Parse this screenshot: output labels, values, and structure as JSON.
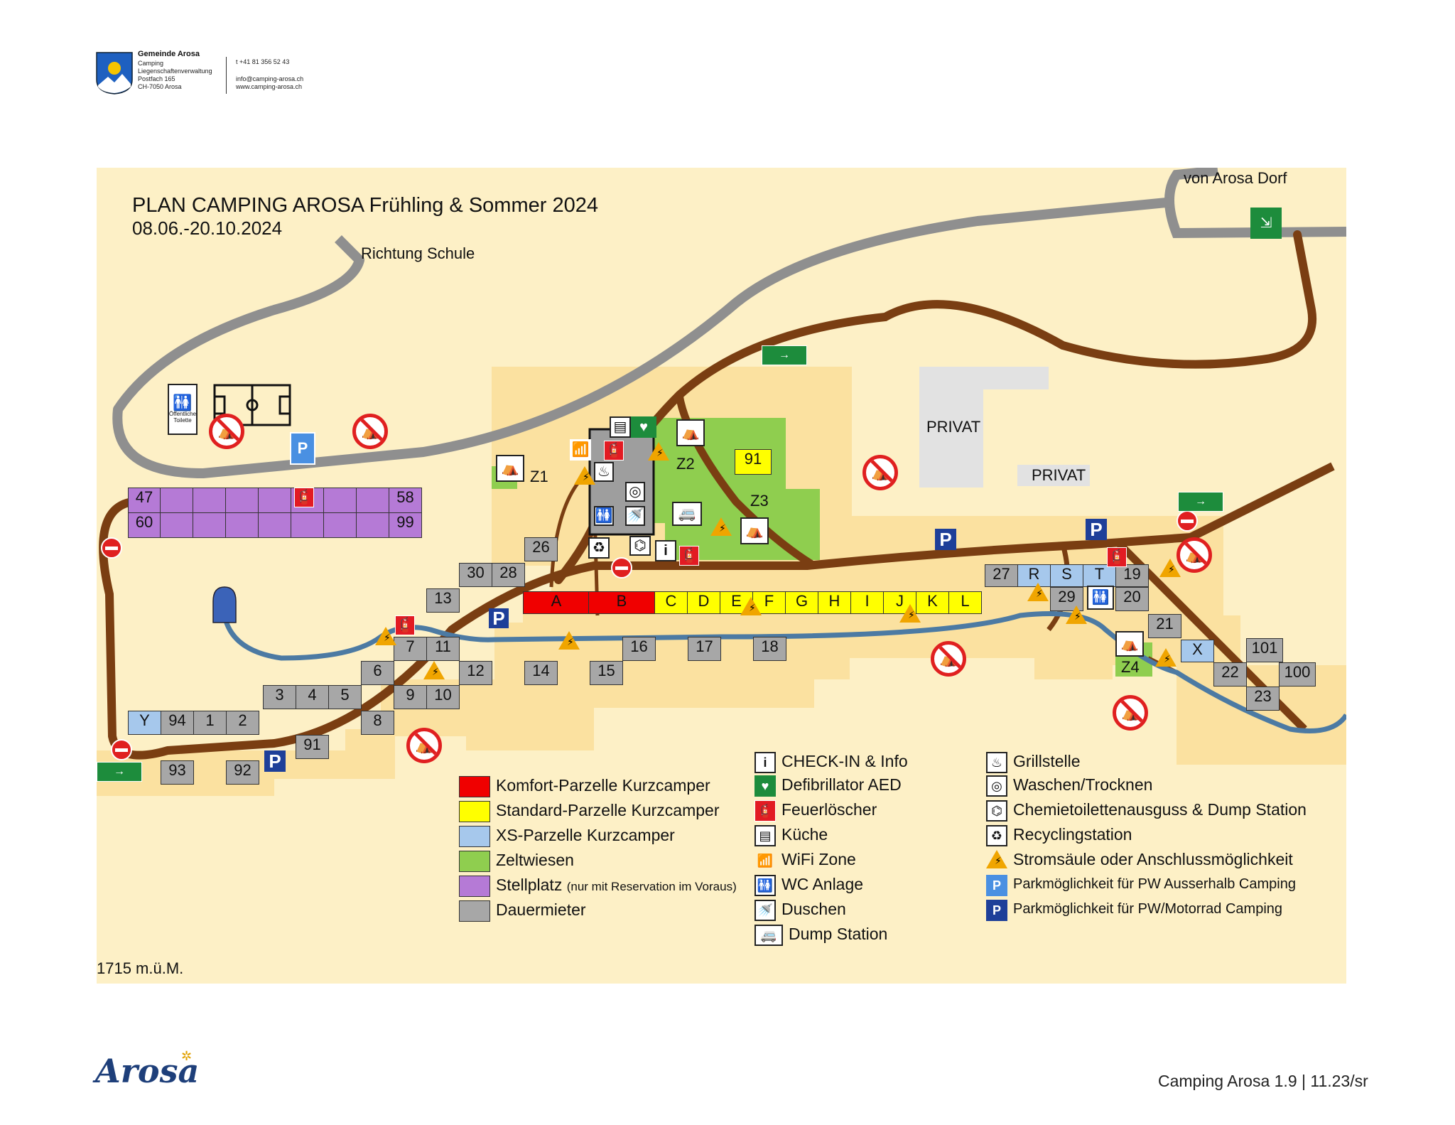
{
  "header": {
    "org_name": "Gemeinde Arosa",
    "address_lines": [
      "Camping",
      "Liegenschaftenverwaltung",
      "Postfach 165",
      "CH-7050 Arosa"
    ],
    "phone": "t +41 81 356 52 43",
    "email": "info@camping-arosa.ch",
    "website": "www.camping-arosa.ch"
  },
  "map": {
    "title": "PLAN CAMPING AROSA Frühling & Sommer 2024",
    "dates": "08.06.-20.10.2024",
    "labels": {
      "richtung_schule": "Richtung Schule",
      "von_arosa_dorf": "von Arosa Dorf",
      "privat_1": "PRIVAT",
      "privat_2": "PRIVAT",
      "altitude": "1715 m.ü.M.",
      "toilet_public": "Öffentliche Toilette"
    },
    "zones": [
      "Z1",
      "Z2",
      "Z3",
      "Z4"
    ],
    "purple_plots": {
      "top_left": "47",
      "top_right": "58",
      "bottom_left": "60",
      "bottom_right": "99"
    },
    "red_plots": [
      "A",
      "B"
    ],
    "yellow_plots": [
      "C",
      "D",
      "E",
      "F",
      "G",
      "H",
      "I",
      "J",
      "K",
      "L"
    ],
    "blue_plots": [
      "R",
      "S",
      "T",
      "X",
      "Y"
    ],
    "grey_plots": [
      "26",
      "30",
      "28",
      "13",
      "7",
      "11",
      "6",
      "12",
      "14",
      "15",
      "16",
      "17",
      "18",
      "3",
      "4",
      "5",
      "9",
      "10",
      "8",
      "94",
      "1",
      "2",
      "91",
      "93",
      "92",
      "27",
      "29",
      "19",
      "20",
      "21",
      "101",
      "22",
      "100",
      "23"
    ],
    "plot_91_yellow": "91",
    "parking_symbol": "P",
    "exit_symbol": "→"
  },
  "legend": {
    "colors": [
      {
        "label": "Komfort-Parzelle Kurzcamper",
        "color": "#f00000"
      },
      {
        "label": "Standard-Parzelle Kurzcamper",
        "color": "#ffff00"
      },
      {
        "label": "XS-Parzelle Kurzcamper",
        "color": "#a6c8ec"
      },
      {
        "label": "Zeltwiesen",
        "color": "#8fce4f"
      },
      {
        "label": "Stellplatz",
        "note": "(nur mit Reservation im Voraus)",
        "color": "#b57ad6"
      },
      {
        "label": "Dauermieter",
        "color": "#a7a7a7"
      }
    ],
    "icons_col1": [
      {
        "label_bold": "CHECK-IN",
        "label": " & Info"
      },
      {
        "label": "Defibrillator AED"
      },
      {
        "label": "Feuerlöscher"
      },
      {
        "label": "Küche"
      },
      {
        "label": "WiFi Zone"
      },
      {
        "label": "WC Anlage"
      },
      {
        "label": "Duschen"
      },
      {
        "label": "Dump Station"
      }
    ],
    "icons_col2": [
      {
        "label": "Grillstelle"
      },
      {
        "label": "Waschen/Trocknen"
      },
      {
        "label": "Chemietoilettenausguss & Dump Station"
      },
      {
        "label": "Recyclingstation"
      },
      {
        "label": "Stromsäule oder Anschlussmöglichkeit"
      },
      {
        "label": "Parkmöglichkeit für PW Ausserhalb Camping"
      },
      {
        "label": "Parkmöglichkeit für PW/Motorrad Camping"
      }
    ]
  },
  "footer": {
    "logo_text": "Arosa",
    "version": "Camping Arosa 1.9 | 11.23/sr"
  },
  "colors": {
    "map_bg": "#fdf0c6",
    "area_bg": "#fbe1a0",
    "road_brown": "#7a3e12",
    "road_grey": "#8f8f8f",
    "river": "#4c7aa3",
    "zeltwiese": "#8fce4f"
  }
}
